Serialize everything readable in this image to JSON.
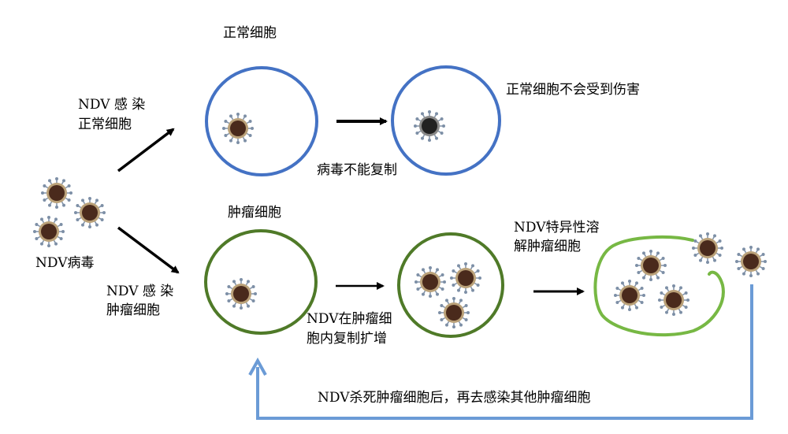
{
  "labels": {
    "normal_cell_title": "正常细胞",
    "normal_no_harm": "正常细胞不会受到伤害",
    "infect_normal_line1": "NDV 感 染",
    "infect_normal_line2": "正常细胞",
    "virus_no_replicate": "病毒不能复制",
    "ndv_virus": "NDV病毒",
    "tumor_cell_title": "肿瘤细胞",
    "infect_tumor_line1": "NDV 感 染",
    "infect_tumor_line2": "肿瘤细胞",
    "replicate_line1": "NDV在肿瘤细",
    "replicate_line2": "胞内复制扩增",
    "lyse_line1": "NDV特异性溶",
    "lyse_line2": "解肿瘤细胞",
    "cycle_text": "NDV杀死肿瘤细胞后，再去感染其他肿瘤细胞"
  },
  "colors": {
    "normal_cell": "#4472c4",
    "tumor_cell": "#4f7a28",
    "lysed_cell": "#77b844",
    "cycle_arrow": "#6b9bd6",
    "virion_core": "#4a2a1c",
    "virion_ring": "#b9a078",
    "spike": "#7d8fa6",
    "dead_virion_core": "#222222"
  }
}
